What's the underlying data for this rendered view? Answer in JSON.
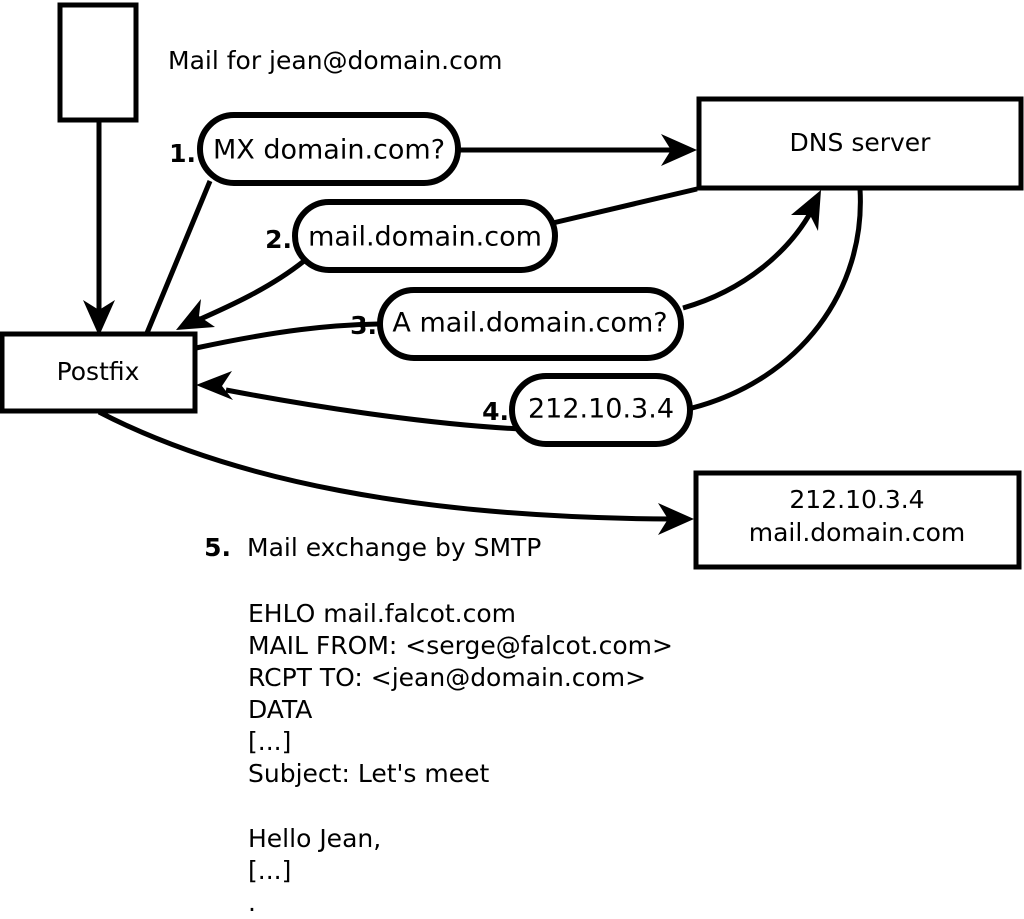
{
  "diagram": {
    "title_caption": "Mail for jean@domain.com",
    "nodes": [
      {
        "id": "sender-host",
        "label": ""
      },
      {
        "id": "postfix",
        "label": "Postfix"
      },
      {
        "id": "dns-server",
        "label": "DNS server"
      },
      {
        "id": "target-mx",
        "line1": "212.10.3.4",
        "line2": "mail.domain.com"
      }
    ],
    "steps": [
      {
        "num": "1.",
        "label": "MX domain.com?"
      },
      {
        "num": "2.",
        "label": "mail.domain.com"
      },
      {
        "num": "3.",
        "label": "A mail.domain.com?"
      },
      {
        "num": "4.",
        "label": "212.10.3.4"
      }
    ],
    "step5": {
      "num": "5.",
      "label": "Mail exchange by SMTP"
    },
    "smtp_transcript": [
      "EHLO mail.falcot.com",
      "MAIL FROM: <serge@falcot.com>",
      "RCPT TO: <jean@domain.com>",
      "DATA",
      "[...]",
      "Subject: Let's meet",
      "",
      "Hello Jean,",
      "[...]",
      "."
    ],
    "colors": {
      "stroke": "#000000",
      "fill": "#ffffff",
      "text": "#000000"
    }
  }
}
